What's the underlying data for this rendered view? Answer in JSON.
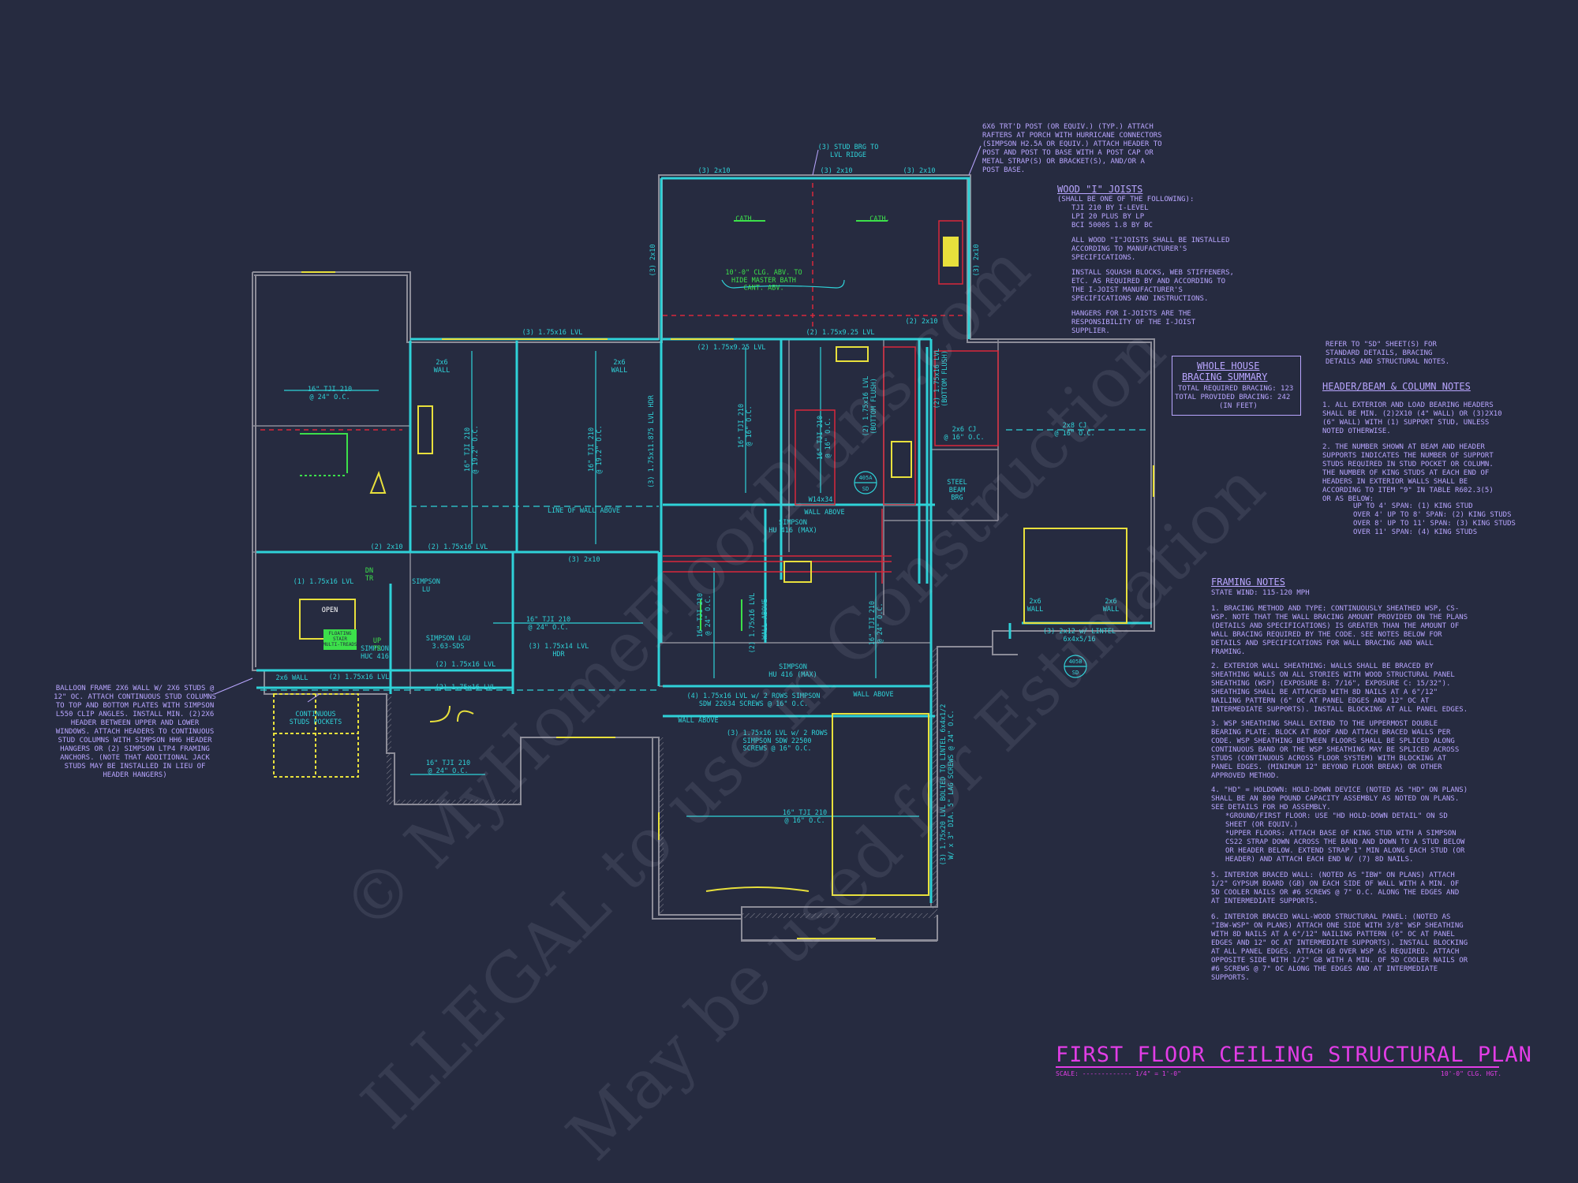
{
  "plan": {
    "title": "FIRST FLOOR CEILING STRUCTURAL PLAN",
    "scale": "SCALE: ------------- 1/4\" = 1'-0\"",
    "height": "10'-0\" CLG. HGT."
  },
  "watermark": {
    "line1": "© MyHomeFloorPlans.com",
    "line2": "ILLEGAL to use in Construction",
    "line3": "May be used for Estimation"
  },
  "notes": {
    "post_note": "6x6 TRT'D POST (OR EQUIV.) (TYP.) ATTACH RAFTERS AT PORCH WITH HURRICANE CONNECTORS (SIMPSON H2.5A OR EQUIV.) ATTACH HEADER TO POST AND POST TO BASE WITH A POST CAP OR METAL STRAP(S) OR BRACKET(S), AND/OR A POST BASE.",
    "joists_head": "WOOD \"I\" JOISTS",
    "joists_intro": "(SHALL BE ONE OF THE FOLLOWING):",
    "joists_items": [
      "TJI 210 BY I-LEVEL",
      "LPI 20 PLUS BY LP",
      "BCI 5000s 1.8 BY BC"
    ],
    "joists_bullets": [
      "ALL WOOD \"I\"JOISTS SHALL BE INSTALLED ACCORDING TO MANUFACTURER'S SPECIFICATIONS.",
      "INSTALL SQUASH BLOCKS, WEB STIFFENERS, ETC. AS REQUIRED BY AND ACCORDING TO THE I-JOIST MANUFACTURER'S SPECIFICATIONS AND INSTRUCTIONS.",
      "HANGERS FOR I-JOISTS ARE THE RESPONSIBILITY OF THE I-JOIST SUPPLIER."
    ],
    "bracing_head1": "WHOLE HOUSE",
    "bracing_head2": "BRACING SUMMARY",
    "bracing_required": "TOTAL REQUIRED BRACING: 123",
    "bracing_provided": "TOTAL PROVIDED BRACING: 242",
    "bracing_unit": "(IN FEET)",
    "refer_sd": "REFER TO \"SD\" SHEET(S) FOR STANDARD DETAILS, BRACING DETAILS AND STRUCTURAL NOTES.",
    "header_head": "HEADER/BEAM & COLUMN NOTES",
    "header_1": "1.  ALL EXTERIOR AND LOAD BEARING HEADERS SHALL BE MIN. (2)2x10 (4\" WALL) OR (3)2x10 (6\" WALL) WITH (1) SUPPORT STUD, UNLESS NOTED OTHERWISE.",
    "header_2": "2.  THE NUMBER SHOWN AT BEAM AND HEADER SUPPORTS INDICATES THE NUMBER OF SUPPORT STUDS REQUIRED IN STUD POCKET OR COLUMN. THE NUMBER OF KING STUDS AT EACH END OF HEADERS IN EXTERIOR WALLS SHALL BE ACCORDING TO ITEM \"9\" IN TABLE R602.3(5) OR AS BELOW:",
    "king_studs": [
      "UP TO 4' SPAN: (1) KING STUD",
      "OVER 4' UP TO 8' SPAN: (2) KING STUDS",
      "OVER 8' UP TO 11' SPAN: (3) KING STUDS",
      "OVER 11' SPAN: (4) KING STUDS"
    ],
    "framing_head": "FRAMING NOTES",
    "framing_wind": "STATE Wind: 115-120 mph",
    "framing_items": [
      "1.  BRACING METHOD AND TYPE: CONTINUOUSLY SHEATHED WSP, CS-WSP. NOTE THAT THE WALL BRACING AMOUNT PROVIDED ON THE PLANS (DETAILS AND SPECIFICATIONS) IS GREATER THAN THE AMOUNT OF WALL BRACING REQUIRED BY THE CODE. SEE NOTES BELOW FOR DETAILS AND SPECIFICATIONS FOR WALL BRACING AND WALL FRAMING.",
      "2.  EXTERIOR WALL SHEATHING: WALLS SHALL BE BRACED BY SHEATHING WALLS ON ALL STORIES WITH WOOD STRUCTURAL PANEL SHEATHING (WSP) (EXPOSURE B: 7/16\", EXPOSURE C: 15/32\"). SHEATHING SHALL BE ATTACHED WITH 8d NAILS AT A 6\"/12\" NAILING PATTERN (6\" OC AT PANEL EDGES AND 12\" OC AT INTERMEDIATE SUPPORTS). INSTALL BLOCKING AT ALL PANEL EDGES.",
      "3.  WSP SHEATHING SHALL EXTEND TO THE UPPERMOST DOUBLE BEARING PLATE. BLOCK AT ROOF AND ATTACH BRACED WALLS PER CODE. WSP SHEATHING BETWEEN FLOORS SHALL BE SPLICED ALONG CONTINUOUS BAND OR THE WSP SHEATHING MAY BE SPLICED ACROSS STUDS (CONTINUOUS ACROSS FLOOR SYSTEM) WITH BLOCKING AT PANEL EDGES. (MINIMUM 12\" BEYOND FLOOR BREAK) OR OTHER APPROVED METHOD.",
      "4.  \"HD\" = HOLDOWN: HOLD-DOWN DEVICE (NOTED AS \"HD\" ON PLANS) SHALL BE AN 800 POUND CAPACITY ASSEMBLY AS NOTED ON PLANS. SEE DETAILS FOR HD ASSEMBLY.",
      "*GROUND/FIRST FLOOR: USE \"HD HOLD-DOWN DETAIL\" ON SD SHEET (OR EQUIV.)",
      "*UPPER FLOORS: ATTACH BASE OF KING STUD WITH A SIMPSON CS22 STRAP DOWN ACROSS THE BAND AND DOWN TO A STUD BELOW OR HEADER BELOW. EXTEND STRAP 1\" MIN ALONG EACH STUD (OR HEADER) AND ATTACH EACH END W/ (7) 8d NAILS.",
      "5.  INTERIOR BRACED WALL: (NOTED AS \"IBW\" ON PLANS) ATTACH 1/2\" GYPSUM BOARD (GB) ON EACH SIDE OF WALL WITH A MIN. OF 5d COOLER NAILS OR #6 SCREWS @ 7\" O.C. ALONG THE EDGES AND AT INTERMEDIATE SUPPORTS.",
      "6.  INTERIOR BRACED WALL-WOOD STRUCTURAL PANEL: (NOTED AS \"IBW-WSP\" ON PLANS) ATTACH ONE SIDE WITH 3/8\" WSP SHEATHING WITH 8d NAILS AT A 6\"/12\" NAILING PATTERN (6\" OC AT PANEL EDGES AND 12\" OC AT INTERMEDIATE SUPPORTS). INSTALL BLOCKING AT ALL PANEL EDGES. ATTACH GB OVER WSP AS REQUIRED. ATTACH OPPOSITE SIDE WITH 1/2\" GB WITH A MIN. OF 5d COOLER NAILS OR #6 SCREWS @ 7\" OC ALONG THE EDGES AND AT INTERMEDIATE SUPPORTS."
    ],
    "balloon_note": "BALLOON FRAME 2x6 WALL w/ 2x6 STUDS @ 12\" OC. ATTACH CONTINUOUS STUD COLUMNS TO TOP AND BOTTOM PLATES WITH SIMPSON L550 CLIP ANGLES. INSTALL MIN. (2)2x6 HEADER BETWEEN UPPER AND LOWER WINDOWS. ATTACH HEADERS TO CONTINUOUS STUD COLUMNS WITH SIMPSON HH6 HEADER HANGERS OR (2) SIMPSON LTP4 FRAMING ANCHORS. (NOTE THAT ADDITIONAL JACK STUDS MAY BE INSTALLED IN LIEU OF HEADER HANGERS)"
  },
  "plan_labels": {
    "stud_brg": "(3) STUD BRG TO\nLVL RIDGE",
    "cap1": "(3) 2x10",
    "cap2": "(3) 2x10",
    "cap3": "(3) 2x10",
    "cath1": "CATH.",
    "cath2": "CATH.",
    "clg_abv": "10'-0\" CLG. ABV. TO\nHIDE MASTER BATH\nCANT. ABV.",
    "side_l": "(3) 2x10",
    "side_r": "(3) 2x10",
    "lvl_top": "(3) 1.75x16 LVL",
    "lvl_925": "(2) 1.75x9.25 LVL",
    "lvl_925b": "(2) 1.75x9.25 LVL",
    "wall_2x6a": "2x6\nWALL",
    "wall_2x6b": "2x6\nWALL",
    "tji_left": "16\" TJI 210\n@ 24\" O.C.",
    "tji_a": "16\" TJI 210\n@ 19.2\" O.C.",
    "tji_b": "16\" TJI 210\n@ 19.2\" O.C.",
    "tji_c": "16\" TJI 210\n@ 16\" O.C.",
    "tji_d": "16\" TJI 210\n@ 16\" O.C.",
    "lvl_hdr_v": "(3) 1.75x11.875 LVL HDR",
    "line_wall_above": "LINE OF WALL ABOVE",
    "wall_above1": "WALL ABOVE",
    "wall_above2": "WALL ABOVE",
    "wall_above3": "WALL ABOVE",
    "wall_above_v": "WALL ABOVE",
    "w14x34": "W14x34",
    "simpson_hu416a": "SIMPSON\nHU 416 (MAX)",
    "simpson_hu416b": "SIMPSON\nHU 416 (MAX)",
    "lvl_bottom_flush": "(2) 1.75x16 LVL\n(BOTTOM FLUSH)",
    "lvl_bottom_flush2": "(2) 1.75x16 LVL\n(BOTTOM FLUSH)",
    "tag_405a": "405A",
    "tag_sd1": "SD",
    "tag_405b": "405B",
    "tag_sd2": "SD",
    "steel_beam": "STEEL\nBEAM\nBRG",
    "cj_2x6": "2x6 CJ\n@ 16\" O.C.",
    "cj_2x8": "2x8 CJ\n@ 16\" O.C.",
    "hdr_2x10": "(2) 2x10",
    "lvl_16a": "(2) 1.75x16 LVL",
    "lvl_16b": "(2) 1.75x16 LVL",
    "lvl_16c": "(2) 1.75x16 LVL",
    "lvl_16d": "(2) 1.75x16 LVL",
    "lvl_16e": "(1) 1.75x16 LVL",
    "lvl_16f": "(2) 1.75x16 LVL",
    "hdr_3_2x10": "(3) 2x10",
    "simpson_lu": "SIMPSON\nLU",
    "simpson_lgu": "SIMPSON LGU\n3.63-SDS",
    "simpson_huc": "SIMPSON\nHUC 416",
    "lvl_14": "(3) 1.75x14 LVL\nHDR",
    "tji_e": "16\" TJI 210\n@ 24\" O.C.",
    "tji_f": "16\" TJI 210\n@ 24\" O.C.",
    "tji_g": "16\" TJI 210\n@ 24\" O.C.",
    "tji_h": "16\" TJI 210\n@ 24\" O.C.",
    "tji_porch": "16\" TJI 210\n@ 24\" O.C.",
    "lvl_v1": "(2) 1.75x16 LVL",
    "lvl_4rows": "(4) 1.75x16 LVL w/ 2 ROWS SIMPSON\nSDW 22634 SCREWS @ 16\" O.C.",
    "lvl_3rows": "(3) 1.75x16 LVL w/ 2 ROWS\nSIMPSON SDW 22500\nSCREWS @ 16\" O.C.",
    "lvl_lintel": "(3) 1.75x20 LVL BOLTED TO LINTEL 6x4x1/2\nW/ x 3\" DIA. 5\" LAG SCREWS @ 24\" O.C.",
    "wall_2x6c": "2x6 WALL",
    "cont_studs": "CONTINUOUS\nSTUDS POCKETS",
    "garage_wall1": "2x6\nWALL",
    "garage_wall2": "2x6\nWALL",
    "lintel": "(3) 2x12 w/ LINTEL\n6x4x5/16",
    "open": "OPEN",
    "floating": "FLOATING\nSTAIR\nMULTI-TREADS",
    "dn": "DN\nTR",
    "up": "UP\nTR",
    "hdr_2x10b": "(2) 2x10"
  },
  "colors": {
    "background": "#262b40",
    "wall": "#8c8c98",
    "beam": "#2fd2d8",
    "fixture": "#e8e03c",
    "red": "#d8283a",
    "green": "#3ce04a",
    "note": "#b9a6ff",
    "title": "#e23de6"
  }
}
